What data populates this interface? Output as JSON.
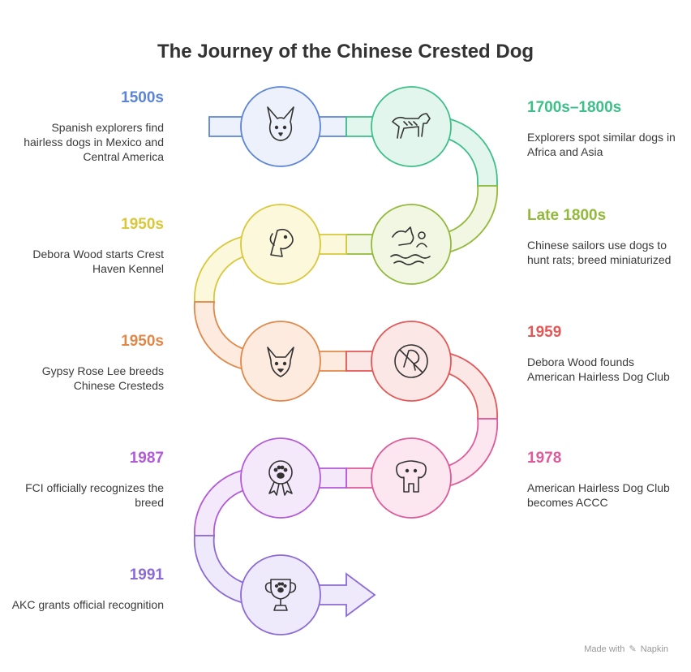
{
  "title": "The Journey of the Chinese Crested Dog",
  "footer": {
    "made_with": "Made with",
    "brand": "Napkin"
  },
  "events": [
    {
      "year": "1500s",
      "text": "Spanish explorers find hairless dogs in Mexico and Central America",
      "color": "#5b84d8",
      "icon": "chihuahua-face-icon"
    },
    {
      "year": "1700s–1800s",
      "text": "Explorers spot similar dogs in Africa and Asia",
      "color": "#3dbf88",
      "icon": "walking-dog-icon"
    },
    {
      "year": "Late 1800s",
      "text": "Chinese sailors use dogs to hunt rats; breed miniaturized",
      "color": "#93b93b",
      "icon": "dog-sailor-waves-icon"
    },
    {
      "year": "1950s",
      "text": "Debora Wood starts Crest Haven Kennel",
      "color": "#d8c83a",
      "icon": "crested-dog-head-icon"
    },
    {
      "year": "1950s",
      "text": "Gypsy Rose Lee breeds Chinese Cresteds",
      "color": "#e0884a",
      "icon": "dog-face-icon"
    },
    {
      "year": "1959",
      "text": "Debora Wood founds American Hairless Dog Club",
      "color": "#e45757",
      "icon": "no-dog-hair-icon"
    },
    {
      "year": "1978",
      "text": "American Hairless Dog Club becomes ACCC",
      "color": "#de5a9a",
      "icon": "shaggy-dog-icon"
    },
    {
      "year": "1987",
      "text": "FCI officially recognizes the breed",
      "color": "#b25ad8",
      "icon": "paw-award-ribbon-icon"
    },
    {
      "year": "1991",
      "text": "AKC grants official recognition",
      "color": "#8b6ad6",
      "icon": "paw-trophy-icon"
    }
  ]
}
